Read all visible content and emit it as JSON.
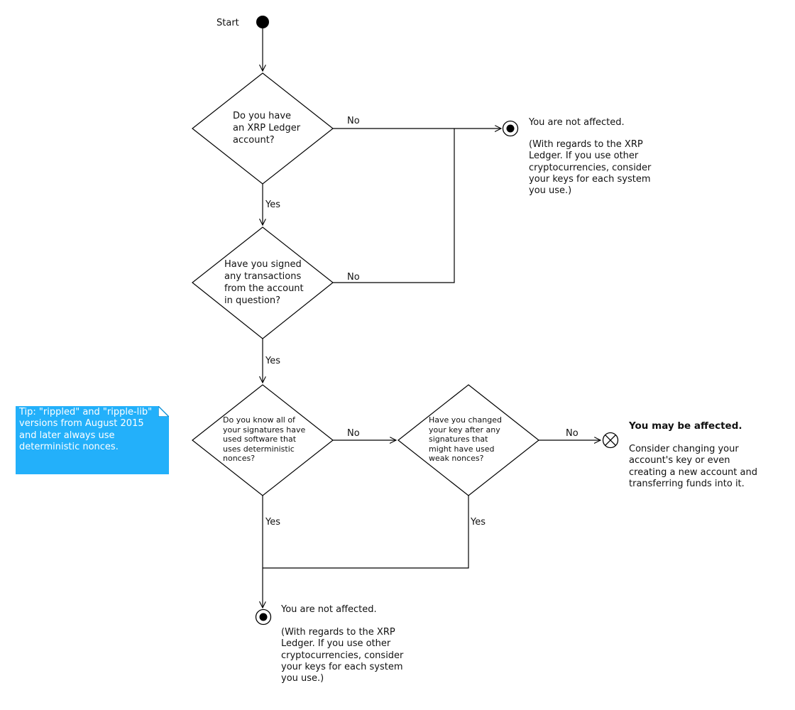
{
  "diagram": {
    "title_hint": "XRP Ledger key-safety decision flowchart",
    "start_label": "Start",
    "decisions": {
      "d1": "Do you have\nan XRP Ledger\naccount?",
      "d2": "Have you signed\nany transactions\nfrom the account\nin question?",
      "d3": "Do you know all of\nyour signatures have\nused software that\nuses deterministic\nnonces?",
      "d4": "Have you changed\nyour key after any\nsignatures that\nmight have used\nweak nonces?"
    },
    "edge_labels": {
      "d1_no": "No",
      "d1_yes": "Yes",
      "d2_no": "No",
      "d2_yes": "Yes",
      "d3_no": "No",
      "d3_yes": "Yes",
      "d4_no": "No",
      "d4_yes": "Yes"
    },
    "outcomes": {
      "not_affected_top": {
        "title": "You are not affected.",
        "note": "(With regards to the XRP\nLedger. If you use other\ncryptocurrencies, consider\nyour keys for each system\nyou use.)"
      },
      "may_be_affected": {
        "title": "You may be affected.",
        "note": "Consider changing your\naccount's key or even\ncreating a new account and\ntransferring funds into it."
      },
      "not_affected_bottom": {
        "title": "You are not affected.",
        "note": "(With regards to the XRP\nLedger. If you use other\ncryptocurrencies, consider\nyour keys for each system\nyou use.)"
      }
    },
    "tip": {
      "text": "Tip: \"rippled\" and \"ripple-lib\"\nversions from August 2015\nand later always use\ndeterministic nonces.",
      "bg_color": "#23B0FA",
      "fold_edge_color": "#0D8FD6",
      "text_color": "#FFFFFF"
    },
    "line_color": "#000000"
  }
}
